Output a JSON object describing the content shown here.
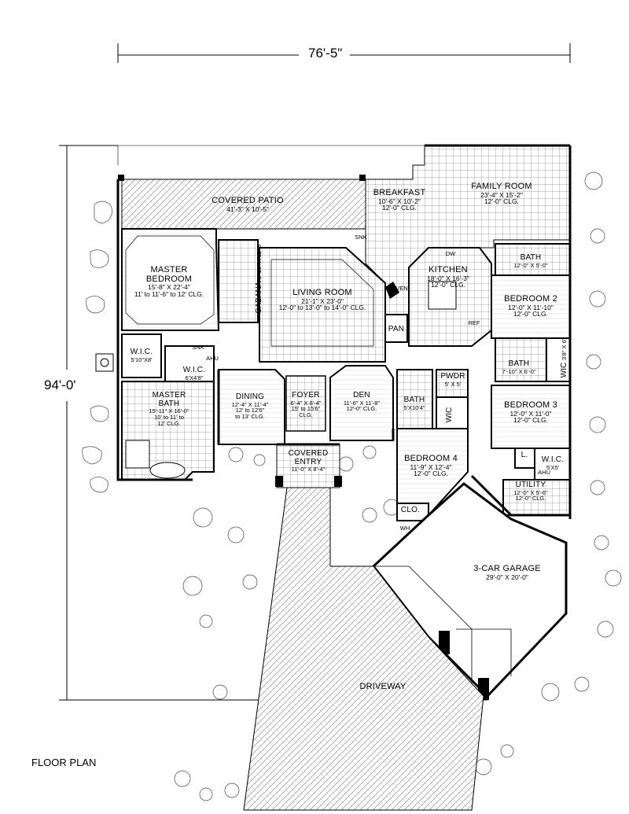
{
  "dimensions": {
    "width": "76'-5\"",
    "depth": "94'-0'"
  },
  "caption": "FLOOR PLAN",
  "rooms": {
    "covered_patio": {
      "name": "COVERED PATIO",
      "dims": "41'-3\" X 10'-5\""
    },
    "breakfast": {
      "name": "BREAKFAST",
      "dims": "10'-6\" X 10'-2\"",
      "clg": "12'-0\" CLG."
    },
    "family_room": {
      "name": "FAMILY ROOM",
      "dims": "23'-4\" X 15'-2\"",
      "clg": "12'-0\" CLG."
    },
    "master_bedroom": {
      "name": "MASTER",
      "name2": "BEDROOM",
      "dims": "15'-8\" X 22'-4\"",
      "clg": "11' to 11'-6\" to 12' CLG."
    },
    "cabana": {
      "name": "CABANA",
      "dims": "6'-10\" X 12'-8\""
    },
    "living_room": {
      "name": "LIVING ROOM",
      "dims": "21'-1\" X 23'-0\"",
      "clg": "12'-0\" to 13'-0\" to 14'-0\" CLG."
    },
    "kitchen": {
      "name": "KITCHEN",
      "dims": "18'-0\" X 16'-3\"",
      "clg": "12'-0\" CLG."
    },
    "bath_top": {
      "name": "BATH",
      "dims": "12'-0\" X 5'-0\""
    },
    "bedroom2": {
      "name": "BEDROOM 2",
      "dims": "12'-0\" X 11'-10\"",
      "clg": "12'-0\" CLG."
    },
    "pan": {
      "name": "PAN"
    },
    "wic_master": {
      "name": "W.I.C.",
      "dims": "5'10\"X8'"
    },
    "wic_small": {
      "name": "W.I.C.",
      "dims": "6'X4'8\""
    },
    "bath_mid": {
      "name": "BATH",
      "dims": "7'-10\" X 6'-0\""
    },
    "wic_right": {
      "name": "WIC",
      "dims": "3'8\" X 6'"
    },
    "master_bath": {
      "name": "MASTER",
      "name2": "BATH",
      "dims": "15'-11\" X 16'-0\"",
      "clg1": "10' to 11' to",
      "clg2": "12' CLG."
    },
    "dining": {
      "name": "DINING",
      "dims": "12'-4\" X 11'-4\"",
      "clg1": "12' to 12'6\"",
      "clg2": "to 13' CLG."
    },
    "foyer": {
      "name": "FOYER",
      "dims": "6'-4\" X 6'-4\"",
      "clg1": "15' to 15'6\"",
      "clg2": "CLG."
    },
    "den": {
      "name": "DEN",
      "dims": "11'-6\" X 11'-8\"",
      "clg": "12'-0\" CLG."
    },
    "pwdr": {
      "name": "PWDR",
      "dims": "5' X 5'"
    },
    "bath_den": {
      "name": "BATH",
      "dims": "5'X10'4\""
    },
    "wic_den": {
      "name": "WIC"
    },
    "bedroom3": {
      "name": "BEDROOM 3",
      "dims": "12'-0\" X 11'-0\"",
      "clg": "12'-0\" CLG."
    },
    "covered_entry": {
      "name": "COVERED",
      "name2": "ENTRY",
      "dims": "11'-0\" X 8'-4\""
    },
    "bedroom4": {
      "name": "BEDROOM 4",
      "dims": "11'-9\" X 12'-4\"",
      "clg": "12'-0\" CLG."
    },
    "laundry": {
      "name": "L."
    },
    "wic_util": {
      "name": "W.I.C.",
      "dims": "5'X5'"
    },
    "utility": {
      "name": "UTILITY",
      "dims": "12'-0\" X 5'-6\"",
      "clg": "12'-0\" CLG."
    },
    "clo": {
      "name": "CLO."
    },
    "garage": {
      "name": "3-CAR GARAGE",
      "dims": "29'-0\" X 20'-0\""
    },
    "driveway": {
      "name": "DRIVEWAY"
    }
  },
  "fixtures": {
    "snk": "SNK",
    "oven": "OVEN",
    "ahu": "AHU",
    "dw": "DW",
    "ref": "REF",
    "wh": "WH"
  }
}
